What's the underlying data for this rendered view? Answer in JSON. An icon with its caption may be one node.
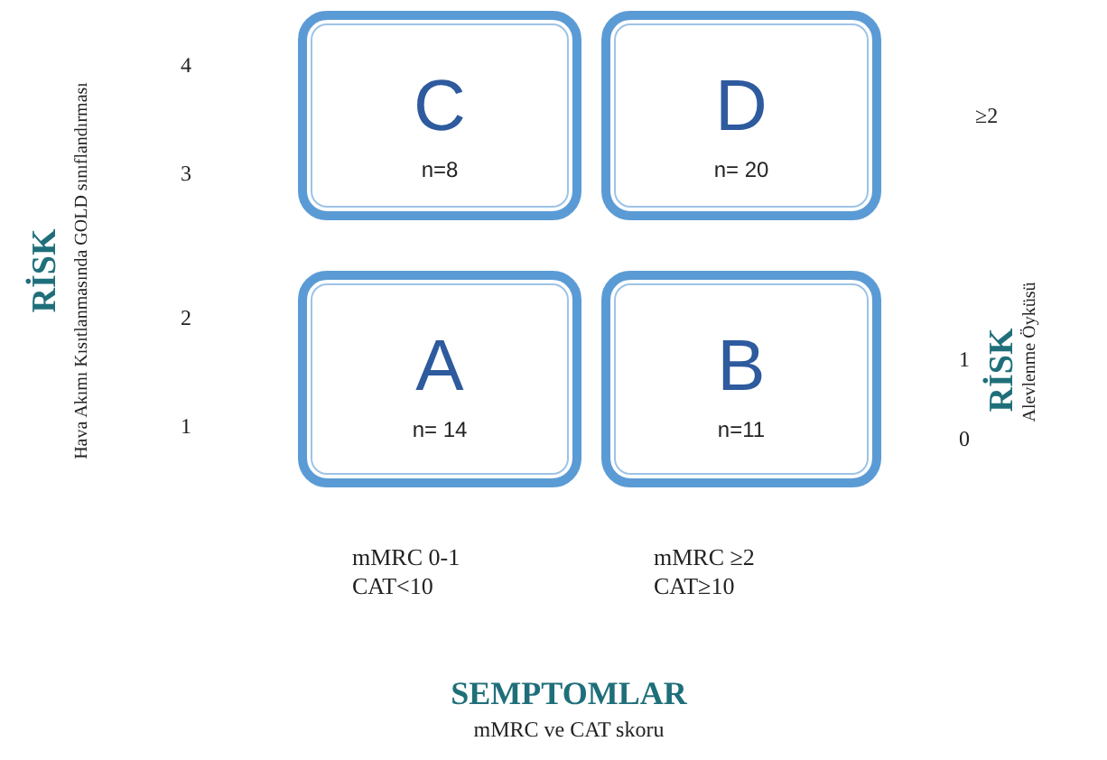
{
  "diagram": {
    "nodes": [
      {
        "text": [
          "C",
          "n=8"
        ]
      },
      {
        "text": [
          "D",
          "n= 20"
        ]
      },
      {
        "text": [
          "A",
          "n= 14"
        ]
      },
      {
        "text": [
          "B",
          "n=11"
        ]
      }
    ],
    "labels": [
      "4",
      "≥2",
      "3",
      "RİSK",
      "Hava Akımı Kısıtlanmasında GOLD sınıflandırması",
      "2",
      "RİSK",
      "Alevlenme Öyküsü",
      "1",
      "1",
      "0",
      "mMRC 0-1",
      "mMRC ≥2",
      "CAT<10",
      "CAT≥10",
      "SEMPTOMLAR",
      "mMRC ve CAT skoru"
    ]
  }
}
